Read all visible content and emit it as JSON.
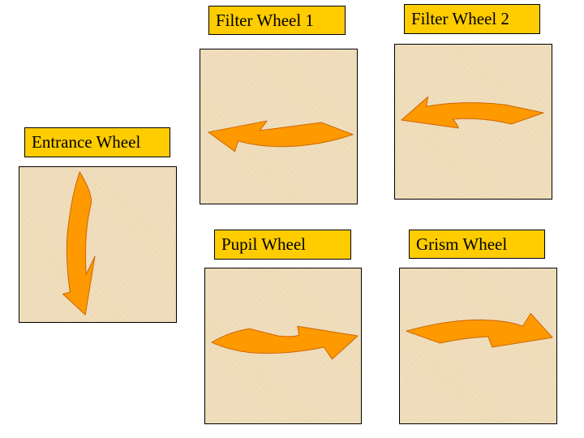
{
  "colors": {
    "label_fill": "#FFCC00",
    "panel_fill": "#F0DDB8",
    "arrow_fill": "#FF9900",
    "arrow_stroke": "#CC6600",
    "border": "#000000"
  },
  "wheels": {
    "filter_wheel_1": {
      "label": "Filter Wheel 1",
      "arrow": "curved-left-arrow-icon"
    },
    "filter_wheel_2": {
      "label": "Filter Wheel 2",
      "arrow": "curved-left-arrow-icon"
    },
    "entrance_wheel": {
      "label": "Entrance Wheel",
      "arrow": "curved-down-arrow-icon"
    },
    "pupil_wheel": {
      "label": "Pupil Wheel",
      "arrow": "curved-right-arrow-icon"
    },
    "grism_wheel": {
      "label": "Grism Wheel",
      "arrow": "curved-right-arrow-icon"
    }
  }
}
